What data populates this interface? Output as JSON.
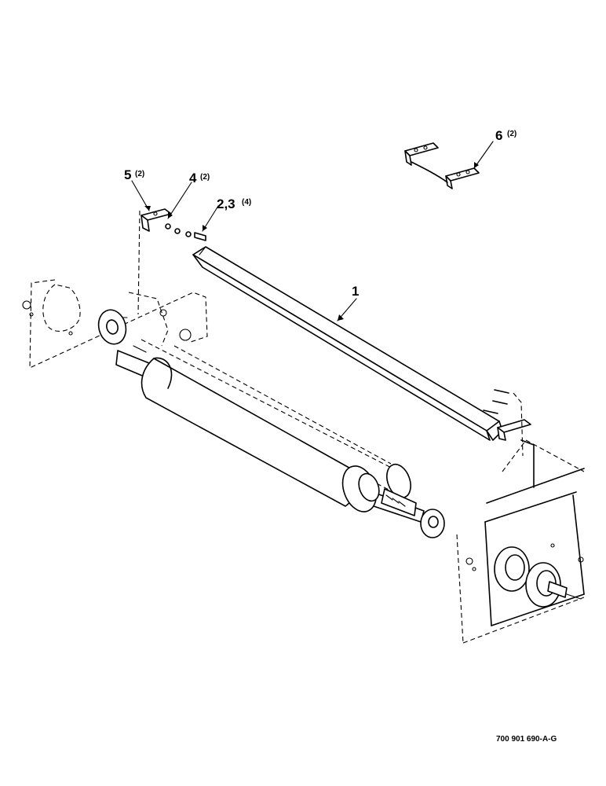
{
  "callouts": {
    "part1": {
      "number": "1",
      "qty": ""
    },
    "part23": {
      "number": "2,3",
      "qty": "(4)"
    },
    "part4": {
      "number": "4",
      "qty": "(2)"
    },
    "part5": {
      "number": "5",
      "qty": "(2)"
    },
    "part6": {
      "number": "6",
      "qty": "(2)"
    }
  },
  "figure_ref": "700 901 690-A-G"
}
